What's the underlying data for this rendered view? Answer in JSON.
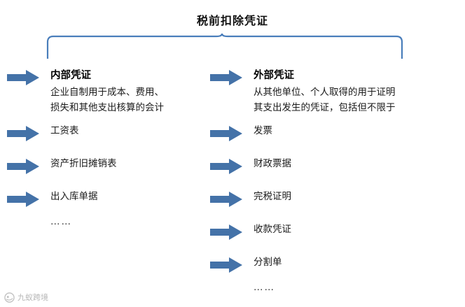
{
  "title": "税前扣除凭证",
  "colors": {
    "arrow": "#4472a8",
    "arrow_dark": "#3a6294",
    "brace": "#4a7ebb",
    "text": "#1a1a1a",
    "watermark": "#8a8a8a"
  },
  "left_column": {
    "heading": "内部凭证",
    "description": "企业自制用于成本、费用、\n损失和其他支出核算的会计",
    "items": [
      "工资表",
      "资产折旧摊销表",
      "出入库单据"
    ],
    "ellipsis": "……"
  },
  "right_column": {
    "heading": "外部凭证",
    "description": "从其他单位、个人取得的用于证明\n其支出发生的凭证，包括但不限于",
    "items": [
      "发票",
      "财政票据",
      "完税证明",
      "收款凭证",
      "分割单"
    ],
    "ellipsis": "……"
  },
  "watermark": {
    "text": "九蚁跨境"
  }
}
